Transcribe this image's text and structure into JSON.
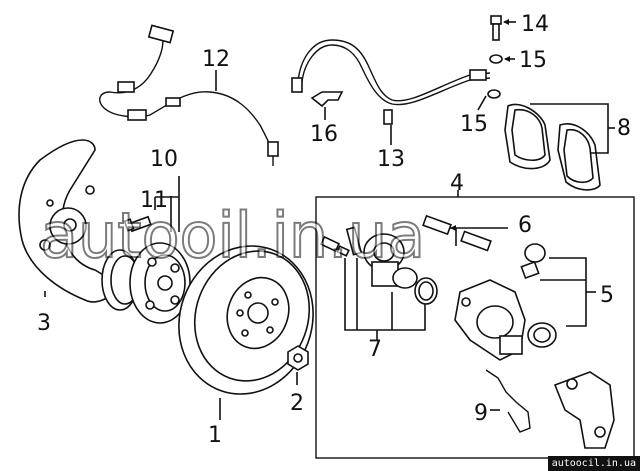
{
  "callouts": {
    "c1": "1",
    "c2": "2",
    "c3": "3",
    "c4": "4",
    "c5": "5",
    "c6": "6",
    "c7": "7",
    "c8": "8",
    "c9": "9",
    "c10": "10",
    "c11": "11",
    "c12": "12",
    "c13": "13",
    "c14": "14",
    "c15a": "15",
    "c15b": "15",
    "c16": "16"
  },
  "watermark": "autooil.in.ua",
  "footer": "autoocil.in.ua",
  "colors": {
    "ink": "#111111",
    "paper": "#ffffff"
  }
}
